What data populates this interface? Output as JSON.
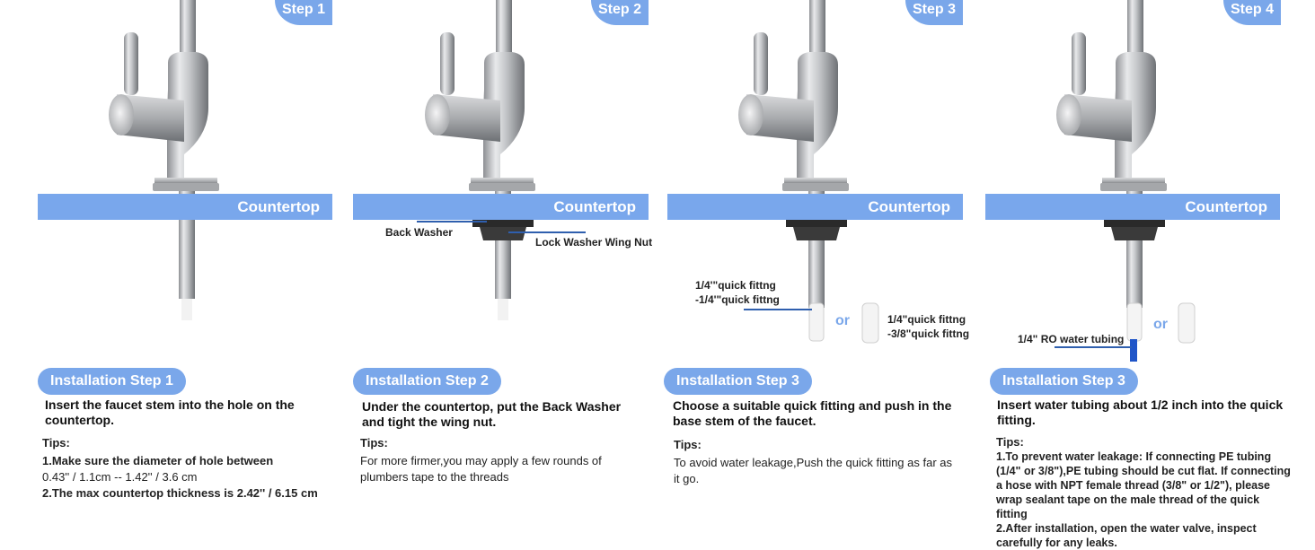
{
  "colors": {
    "accent": "#7aa7ea",
    "counter": "#79a7ec",
    "leader": "#2f5fae",
    "tubing": "#1f55c8"
  },
  "steps": [
    {
      "badge": "Step 1",
      "countertop": "Countertop",
      "title": "Installation Step 1",
      "instruction": "Insert the faucet stem into the hole on the countertop.",
      "tips_label": "Tips:",
      "tips": [
        "1.Make sure the diameter of hole between",
        "0.43'' / 1.1cm -- 1.42'' / 3.6 cm",
        "2.The max countertop thickness is 2.42'' / 6.15 cm"
      ]
    },
    {
      "badge": "Step 2",
      "countertop": "Countertop",
      "title": "Installation Step 2",
      "instruction": "Under the countertop, put the Back Washer and tight the wing nut.",
      "tips_label": "Tips:",
      "tips": [
        "For more firmer,you may apply a few rounds of plumbers tape to the threads"
      ],
      "callouts": {
        "back_washer": "Back Washer",
        "lock_washer": "Lock Washer Wing Nut"
      }
    },
    {
      "badge": "Step 3",
      "countertop": "Countertop",
      "title": "Installation Step 3",
      "instruction": "Choose a suitable quick fitting and push in the base stem of the faucet.",
      "tips_label": "Tips:",
      "tips": [
        "To avoid water leakage,Push the quick fitting as far as it go."
      ],
      "callouts": {
        "fitting_a1": "1/4'\"quick fittng",
        "fitting_a2": "-1/4'\"quick fittng",
        "or": "or",
        "fitting_b1": "1/4\"quick fittng",
        "fitting_b2": "-3/8\"quick fittng"
      }
    },
    {
      "badge": "Step 4",
      "countertop": "Countertop",
      "title": "Installation Step 3",
      "instruction": "Insert water tubing about 1/2 inch into the quick fitting.",
      "tips_label": "Tips:",
      "tips": [
        "1.To prevent water leakage: If connecting PE tubing (1/4\" or 3/8\"),PE tubing should be cut flat. If connecting a hose with NPT female thread (3/8\" or 1/2\"), please wrap sealant tape on the male thread of the quick fitting",
        "2.After installation, open the water valve, inspect carefully for any leaks."
      ],
      "callouts": {
        "tubing": "1/4\" RO water tubing",
        "or": "or"
      }
    }
  ]
}
